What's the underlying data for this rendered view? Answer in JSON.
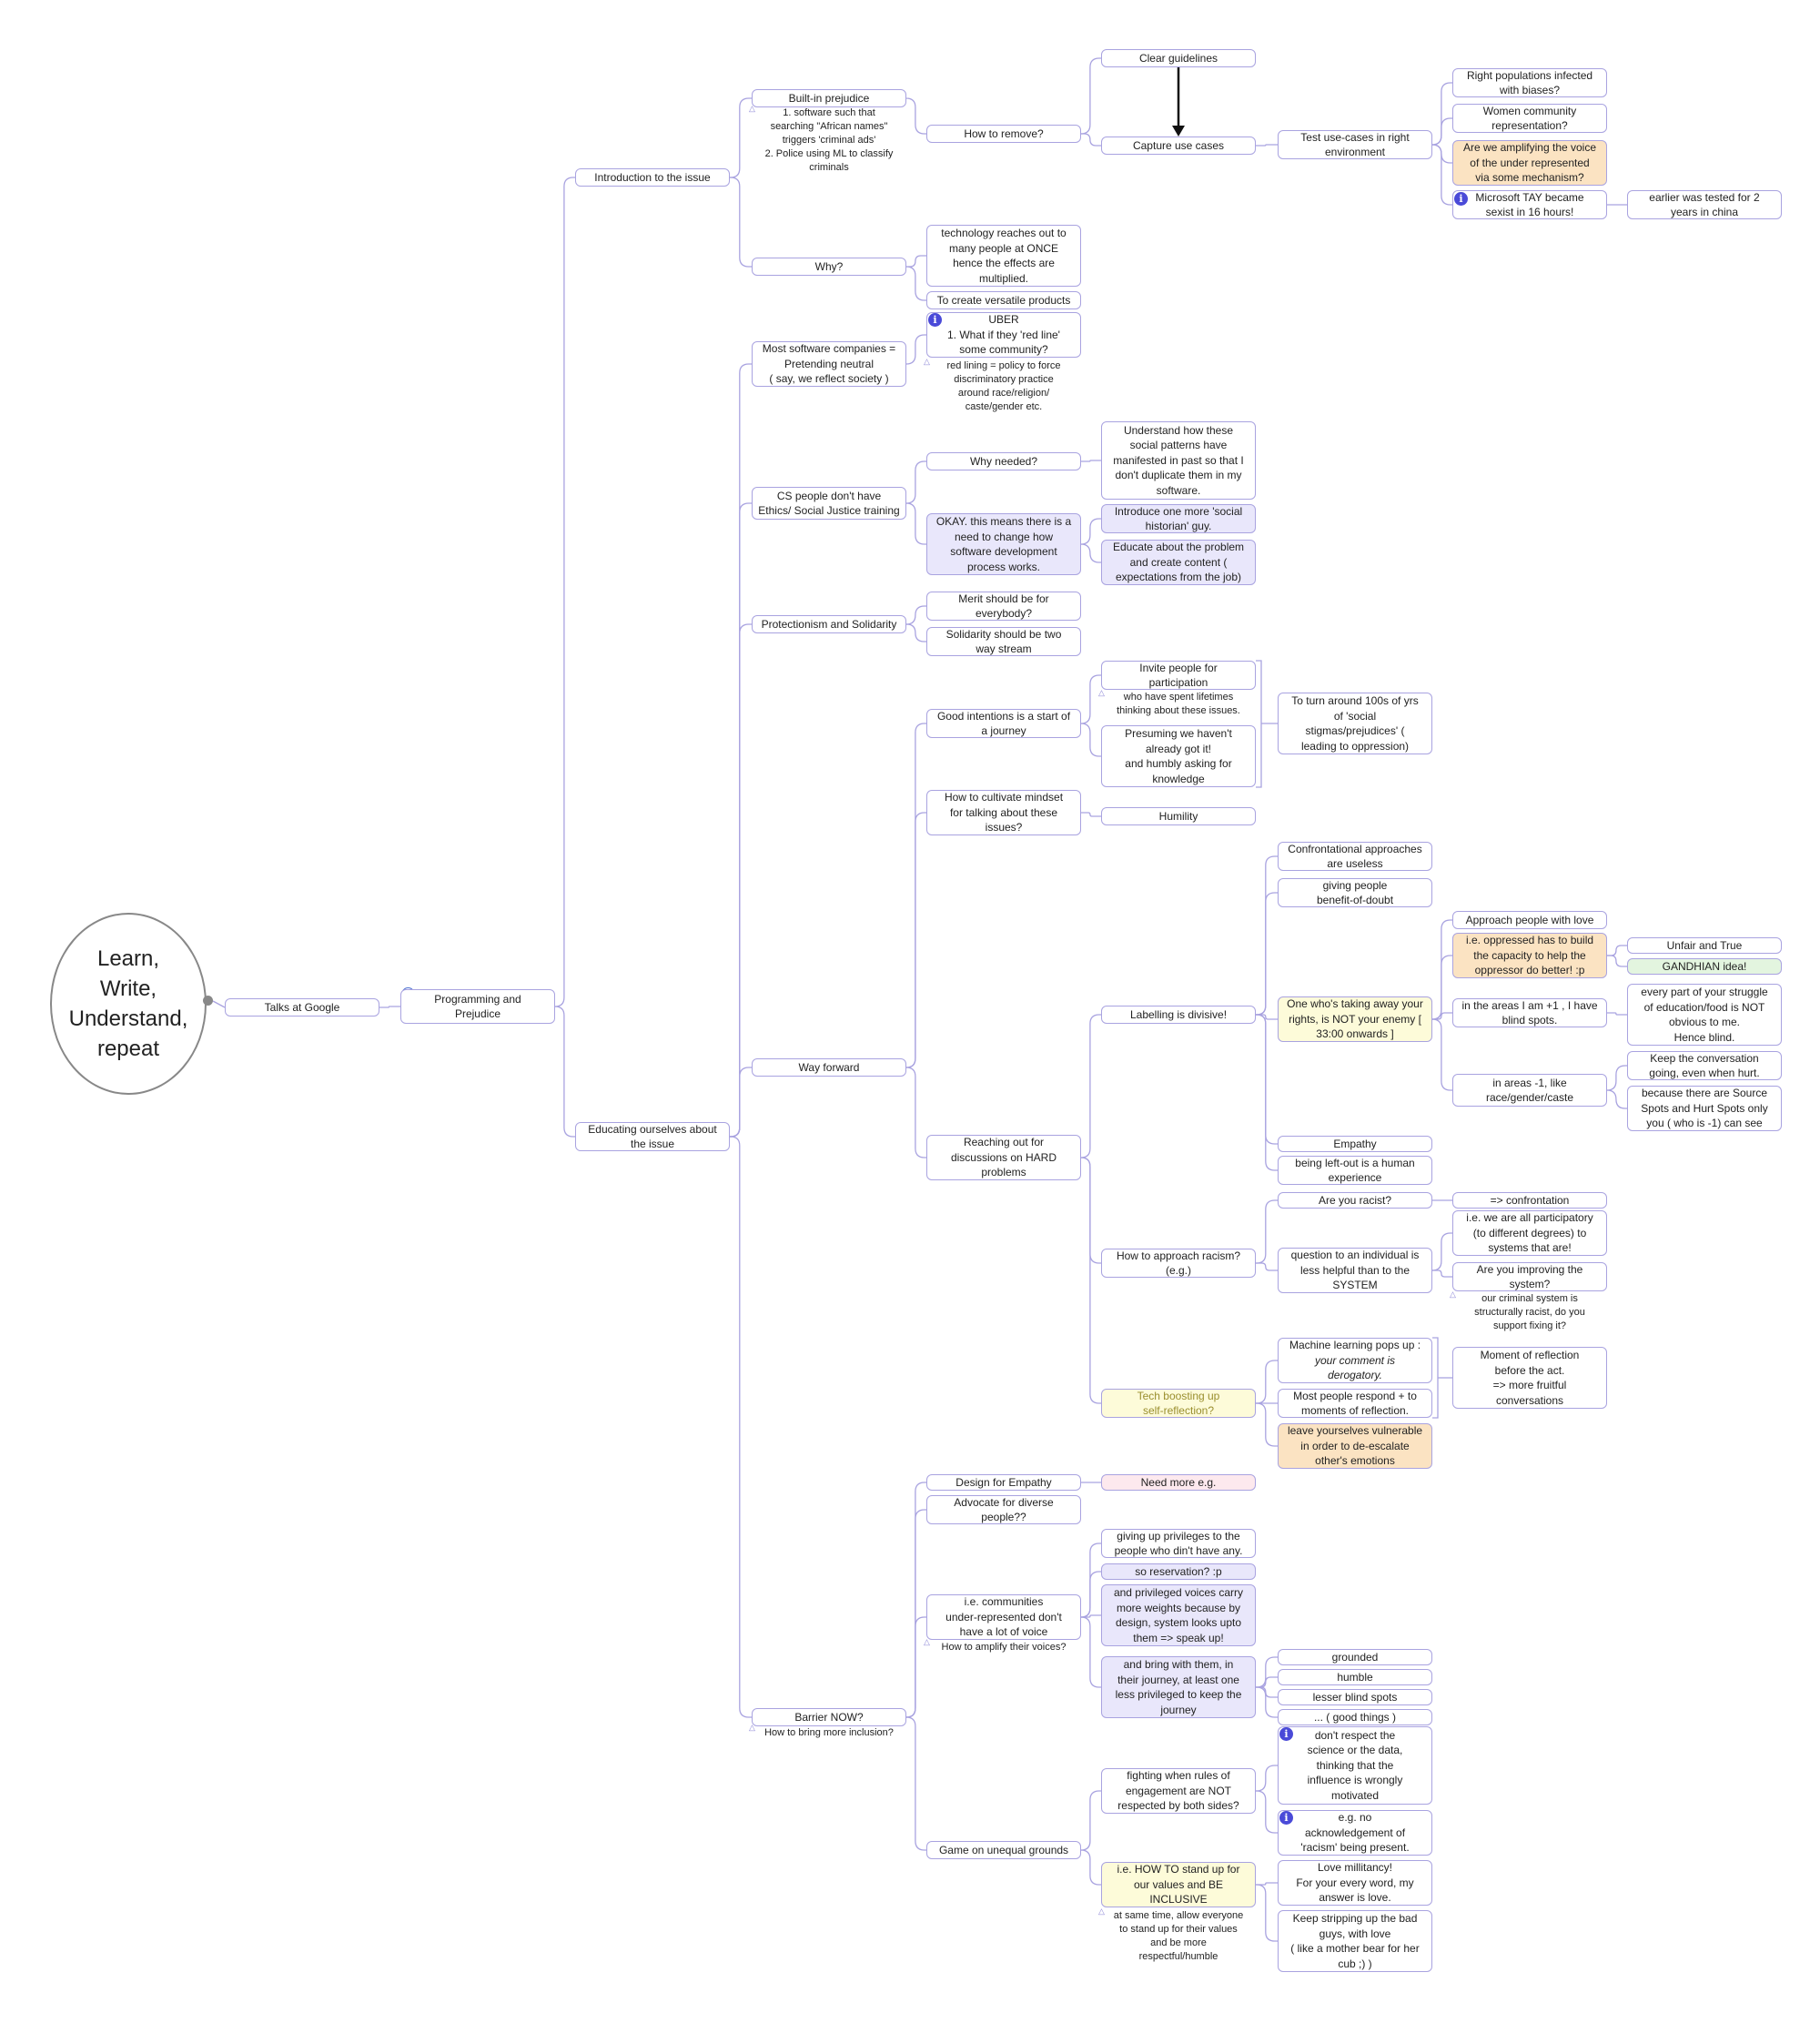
{
  "root": {
    "text": "Learn,\nWrite,\nUnderstand,\nrepeat"
  },
  "n": {
    "talks": "Talks at Google",
    "programming": "Programming and\nPrejudice",
    "intro": "Introduction to the issue",
    "educating": "Educating ourselves about\nthe issue",
    "builtin": "Built-in prejudice",
    "builtin_note": "1. software such that\nsearching \"African names\"\ntriggers 'criminal ads'\n2. Police using ML to classify\ncriminals",
    "howremove": "How to remove?",
    "clearguide": "Clear guidelines",
    "capture": "Capture use cases",
    "testuse": "Test use-cases in right\nenvironment",
    "rightpop": "Right populations infected\nwith biases?",
    "women": "Women community\nrepresentation?",
    "amplify": "Are we amplifying the voice\nof the under represented\nvia some mechanism?",
    "tay": "Microsoft TAY became\nsexist in 16 hours!",
    "china": "earlier was tested for 2\nyears in china",
    "why": "Why?",
    "techreach": "technology reaches out to\nmany people at ONCE\nhence the effects are\nmultiplied.",
    "versatile": "To create versatile products",
    "neutral": "Most software companies =\nPretending neutral\n( say, we reflect society )",
    "uber": "UBER\n1. What if they 'red line'\nsome community?",
    "uber_note": "red lining = policy to force\ndiscriminatory practice\naround race/religion/\ncaste/gender etc.",
    "cspeople": "CS people don't have\nEthics/ Social Justice training",
    "whyneeded": "Why needed?",
    "understand": "Understand how these\nsocial patterns have\nmanifested in past so that I\ndon't duplicate them in my\nsoftware.",
    "okay": "OKAY. this means there is a\nneed to change how\nsoftware development\nprocess works.",
    "historian": "Introduce one more 'social\nhistorian' guy.",
    "educateprob": "Educate about the problem\nand create content (\nexpectations from the job)",
    "protection": "Protectionism and Solidarity",
    "merit": "Merit should be for\neverybody?",
    "solidarity": "Solidarity should be two\nway stream",
    "wayforward": "Way forward",
    "goodint": "Good intentions is a start of\na journey",
    "invite": "Invite people for\nparticipation",
    "invite_note": "who have spent lifetimes\nthinking about these issues.",
    "presuming": "Presuming we haven't\nalready got it!\nand humbly asking for\nknowledge",
    "turnaround": "To turn around 100s of yrs\nof 'social\nstigmas/prejudices' (\nleading to oppression)",
    "cultivate": "How to cultivate mindset\nfor talking about these\nissues?",
    "humility": "Humility",
    "reaching": "Reaching out for\ndiscussions on HARD\nproblems",
    "labelling": "Labelling is divisive!",
    "confront": "Confrontational approaches\nare useless",
    "benefit": "giving people\nbenefit-of-doubt",
    "enemy": "One who's taking away your\nrights, is NOT your enemy [\n33:00 onwards ]",
    "approachlove": "Approach people with love",
    "oppressed": "i.e. oppressed has to build\nthe capacity to help the\noppressor do better! :p",
    "unfair": "Unfair and True",
    "gandhian": "GANDHIAN idea!",
    "plus1": "in the areas I am +1 , I have\nblind spots.",
    "everypart": "every part of your struggle\nof education/food is NOT\nobvious to me.\nHence blind.",
    "minus1": "in areas -1, like\nrace/gender/caste",
    "keepconv": "Keep the conversation\ngoing, even when hurt.",
    "because": "because there are Source\nSpots and Hurt Spots only\nyou ( who is -1) can see",
    "empathy": "Empathy",
    "leftout": "being left-out is a human\nexperience",
    "approachracism": "How to approach racism?\n(e.g.)",
    "areyou": "Are you racist?",
    "confrontation": "=> confrontation",
    "question": "question to an individual is\nless helpful than to the\nSYSTEM",
    "allpart": "i.e. we are all participatory\n(to different degrees) to\nsystems that are!",
    "improving": "Are you improving the\nsystem?",
    "improving_note": "our criminal system is\nstructurally racist, do you\nsupport fixing it?",
    "techboost": "Tech boosting up\nself-reflection?",
    "ml_line1": "Machine learning pops up :",
    "ml_line2": "your comment is\nderogatory.",
    "mostpeople": "Most people respond + to\nmoments of reflection.",
    "moment": "Moment of reflection\nbefore the act.\n=> more fruitful\nconversations",
    "vulnerable": "leave yourselves vulnerable\nin order to de-escalate\nother's emotions",
    "barrier": "Barrier NOW?",
    "barrier_note": "How to bring more inclusion?",
    "designemp": "Design for Empathy",
    "needmore": "Need more e.g.",
    "advocate": "Advocate for diverse\npeople??",
    "communities": "i.e. communities\nunder-represented don't\nhave a lot of voice",
    "communities_note": "How to amplify their voices?",
    "givingup": "giving up privileges to the\npeople who din't have any.",
    "reservation": "so reservation? :p",
    "privileged": "and privileged voices carry\nmore weights because by\ndesign, system looks upto\nthem => speak up!",
    "bringwith": "and bring with them, in\ntheir journey, at least one\nless privileged to keep the\njourney",
    "grounded": "grounded",
    "humble": "humble",
    "lesser": "lesser blind spots",
    "goodthings": "... ( good things )",
    "gameon": "Game on unequal grounds",
    "fighting": "fighting when rules of\nengagement are NOT\nrespected by both sides?",
    "dontrespect": "don't respect the\nscience or the data,\nthinking that the\ninfluence is wrongly\nmotivated",
    "noack": "e.g. no\nacknowledgement of\n'racism' being present.",
    "howto": "i.e. HOW TO stand up for\nour values and BE\nINCLUSIVE",
    "howto_note": "at same time, allow everyone\nto stand up for their values\nand be more\nrespectful/humble",
    "lovemil": "Love millitancy!\nFor your every word, my\nanswer is love.",
    "keepstrip": "Keep stripping up the bad\nguys, with love\n( like a mother bear for her\ncub ;) )"
  },
  "icons": {
    "info": "i",
    "note_marker": "△"
  },
  "colors": {
    "line": "#a9a3e0",
    "lavender": "#e9e7fb",
    "orange": "#fbe3c2",
    "yellow": "#fdfbd9",
    "green": "#e3f5df",
    "pink": "#fde9ee"
  }
}
